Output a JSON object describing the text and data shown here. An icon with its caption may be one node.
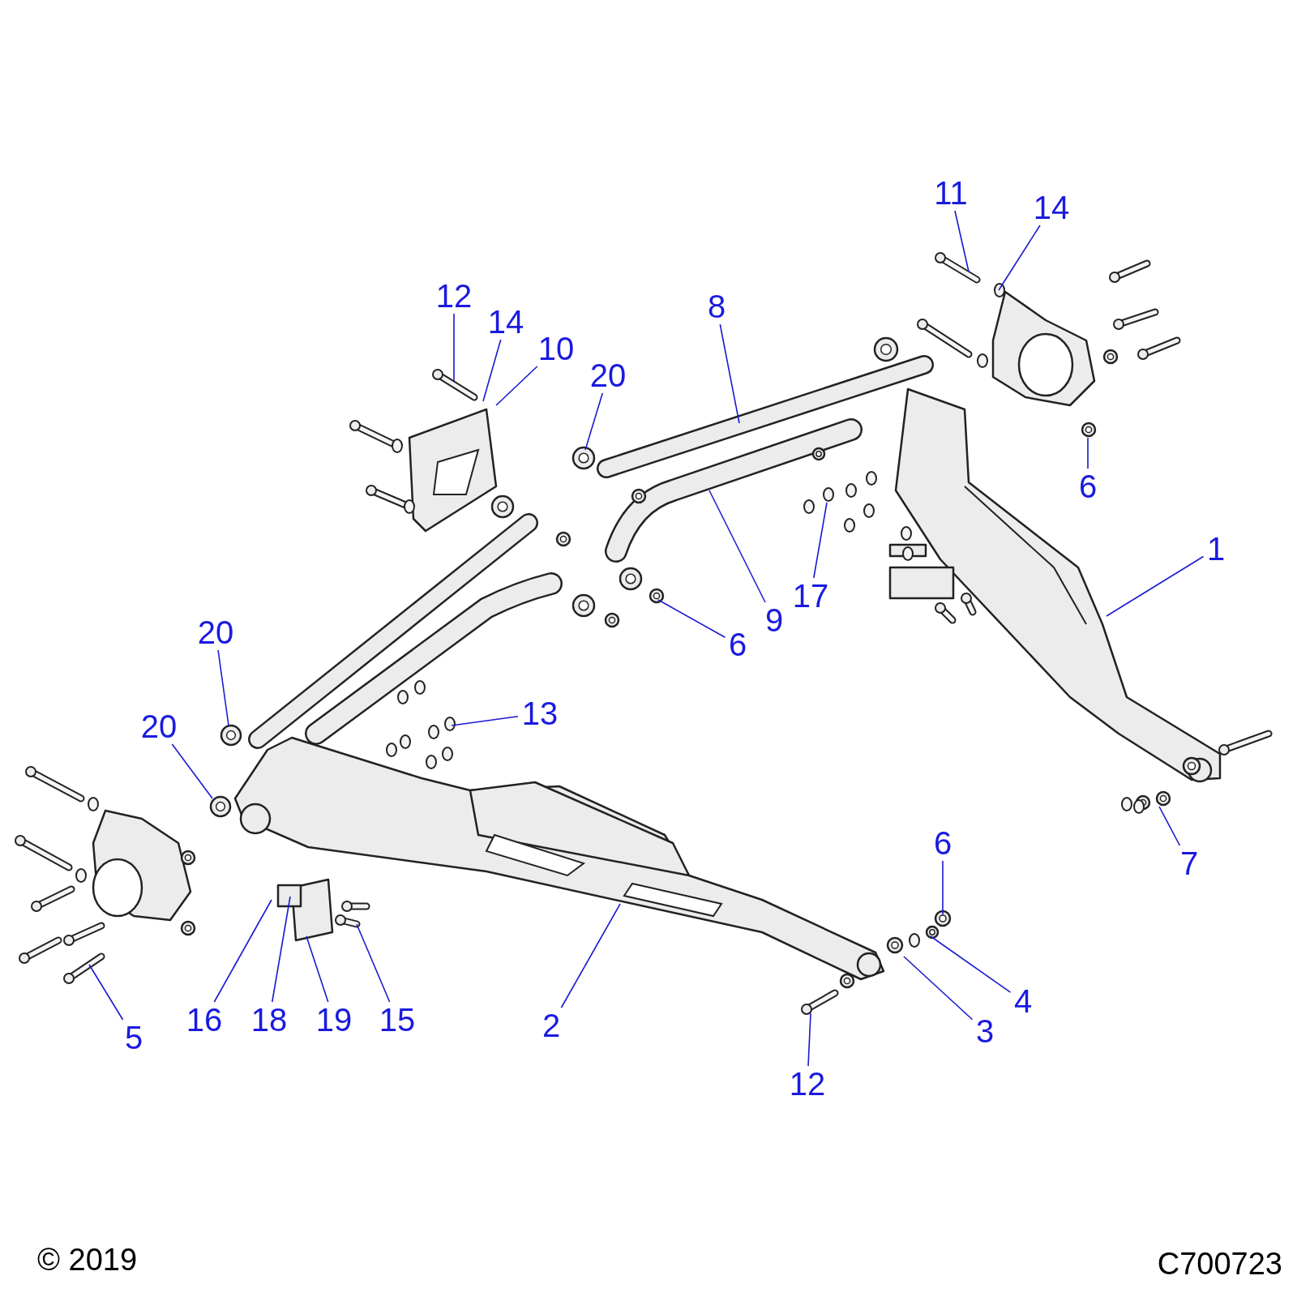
{
  "diagram": {
    "nodes": [
      {
        "text": [
          "11"
        ]
      },
      {
        "text": [
          "14"
        ]
      },
      {
        "text": [
          "12"
        ]
      },
      {
        "text": [
          "8"
        ]
      },
      {
        "text": [
          "14"
        ]
      },
      {
        "text": [
          "10"
        ]
      },
      {
        "text": [
          "20"
        ]
      },
      {
        "text": [
          "6"
        ]
      },
      {
        "text": [
          "1"
        ]
      },
      {
        "text": [
          "17"
        ]
      },
      {
        "text": [
          "9"
        ]
      },
      {
        "text": [
          "20"
        ]
      },
      {
        "text": [
          "6"
        ]
      },
      {
        "text": [
          "13"
        ]
      },
      {
        "text": [
          "20"
        ]
      },
      {
        "text": [
          "6"
        ]
      },
      {
        "text": [
          "7"
        ]
      },
      {
        "text": [
          "4"
        ]
      },
      {
        "text": [
          "3"
        ]
      },
      {
        "text": [
          "16"
        ]
      },
      {
        "text": [
          "18"
        ]
      },
      {
        "text": [
          "19"
        ]
      },
      {
        "text": [
          "15"
        ]
      },
      {
        "text": [
          "2"
        ]
      },
      {
        "text": [
          "5"
        ]
      },
      {
        "text": [
          "12"
        ]
      }
    ],
    "edges": [
      {
        "from": 0,
        "to": null,
        "arrow": "none"
      },
      {
        "from": 1,
        "to": null,
        "arrow": "none"
      },
      {
        "from": 2,
        "to": null,
        "arrow": "none"
      },
      {
        "from": 3,
        "to": null,
        "arrow": "none"
      },
      {
        "from": 4,
        "to": null,
        "arrow": "none"
      },
      {
        "from": 5,
        "to": null,
        "arrow": "none"
      },
      {
        "from": 6,
        "to": null,
        "arrow": "none"
      },
      {
        "from": 7,
        "to": null,
        "arrow": "none"
      },
      {
        "from": 8,
        "to": null,
        "arrow": "none"
      },
      {
        "from": 9,
        "to": null,
        "arrow": "none"
      },
      {
        "from": 10,
        "to": null,
        "arrow": "none"
      },
      {
        "from": 11,
        "to": null,
        "arrow": "none"
      },
      {
        "from": 12,
        "to": null,
        "arrow": "none"
      },
      {
        "from": 13,
        "to": null,
        "arrow": "none"
      },
      {
        "from": 14,
        "to": null,
        "arrow": "none"
      },
      {
        "from": 15,
        "to": null,
        "arrow": "none"
      },
      {
        "from": 16,
        "to": null,
        "arrow": "none"
      },
      {
        "from": 17,
        "to": null,
        "arrow": "none"
      },
      {
        "from": 18,
        "to": null,
        "arrow": "none"
      },
      {
        "from": 19,
        "to": null,
        "arrow": "none"
      },
      {
        "from": 20,
        "to": null,
        "arrow": "none"
      },
      {
        "from": 21,
        "to": null,
        "arrow": "none"
      },
      {
        "from": 22,
        "to": null,
        "arrow": "none"
      },
      {
        "from": 23,
        "to": null,
        "arrow": "none"
      },
      {
        "from": 24,
        "to": null,
        "arrow": "none"
      },
      {
        "from": 25,
        "to": null,
        "arrow": "none"
      }
    ],
    "labels": [
      "© 2019",
      "C700723"
    ]
  }
}
